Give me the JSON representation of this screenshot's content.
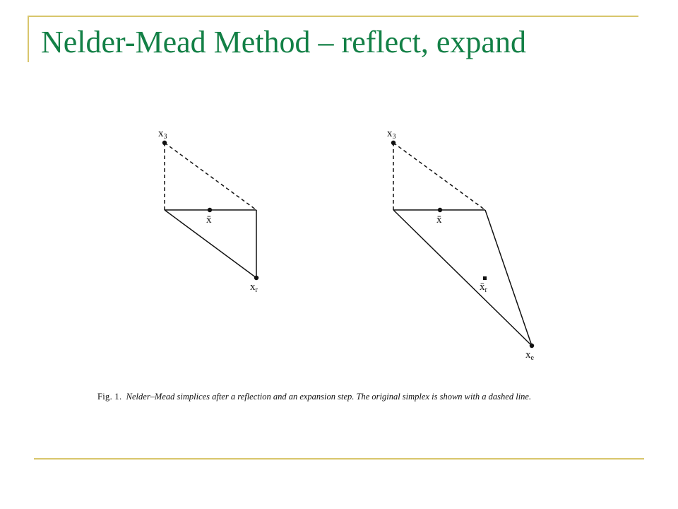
{
  "slide": {
    "title": "Nelder-Mead Method – reflect, expand",
    "accent_color": "#d8c66c",
    "title_color": "#138046"
  },
  "figure": {
    "panels": [
      {
        "name": "reflection",
        "labels": {
          "x3": {
            "main": "x",
            "sub": "3"
          },
          "xbar": {
            "main": "x̄"
          },
          "xr": {
            "main": "x",
            "sub": "r"
          }
        }
      },
      {
        "name": "expansion",
        "labels": {
          "x3": {
            "main": "x",
            "sub": "3"
          },
          "xbar": {
            "main": "x̄"
          },
          "xr": {
            "main": "x̄",
            "sub": "r"
          },
          "xe": {
            "main": "x",
            "sub": "e"
          }
        }
      }
    ],
    "caption": {
      "label": "Fig. 1.",
      "text": "Nelder–Mead simplices after a reflection and an expansion step. The original simplex is shown with a dashed line."
    }
  }
}
